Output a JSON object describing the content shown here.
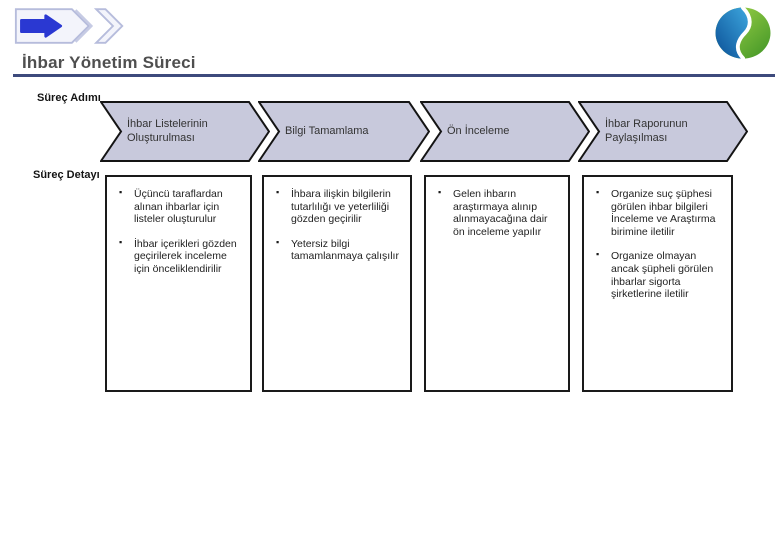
{
  "page": {
    "title": "İhbar Yönetim Süreci"
  },
  "labels": {
    "process_step": "Süreç Adımı",
    "process_detail": "Süreç Detayı"
  },
  "icons": {
    "top_left": "chevron-arrows-logo",
    "top_right": "sphere-logo"
  },
  "colors": {
    "chevron_fill": "#c8c9dc",
    "chevron_border": "#141414",
    "title_text": "#4f4f4f",
    "title_underline": "#3d4a7c",
    "logo_arrow_blue": "#2a38d2",
    "sphere_blue": "#0c549c",
    "sphere_green": "#56a82e"
  },
  "process": {
    "steps": [
      {
        "title": "İhbar Listelerinin Oluşturulması",
        "details": [
          "Üçüncü taraflardan alınan ihbarlar için listeler oluşturulur",
          "İhbar içerikleri gözden geçirilerek inceleme için önceliklendirilir"
        ]
      },
      {
        "title": "Bilgi Tamamlama",
        "details": [
          "İhbara ilişkin bilgilerin tutarlılığı ve yeterliliği gözden geçirilir",
          "Yetersiz bilgi tamamlanmaya çalışılır"
        ]
      },
      {
        "title": "Ön İnceleme",
        "details": [
          "Gelen ihbarın araştırmaya alınıp alınmayacağına dair ön inceleme yapılır"
        ]
      },
      {
        "title": "İhbar Raporunun Paylaşılması",
        "details": [
          "Organize suç şüphesi görülen ihbar bilgileri İnceleme ve Araştırma birimine iletilir",
          "Organize olmayan ancak şüpheli görülen ihbarlar sigorta şirketlerine iletilir"
        ]
      }
    ]
  }
}
